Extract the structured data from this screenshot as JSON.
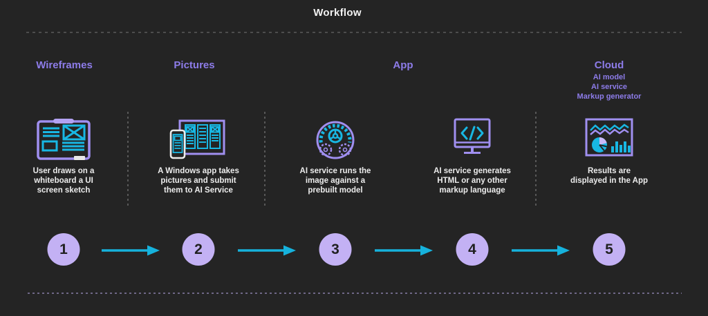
{
  "title": "Workflow",
  "colors": {
    "background": "#242424",
    "header_purple": "#8d7ce9",
    "icon_purple": "#a08ff0",
    "icon_cyan": "#18b7e3",
    "arrow_cyan": "#16b2dc",
    "circle_fill": "#c3b1f4",
    "caption_white": "#ececec"
  },
  "sections": [
    {
      "label": "Wireframes"
    },
    {
      "label": "Pictures"
    },
    {
      "label": "App"
    },
    {
      "label": "Cloud",
      "sublabels": [
        "AI model",
        "AI service",
        "Markup generator"
      ]
    }
  ],
  "steps": [
    {
      "number": "1",
      "icon": "wireframe-sketch-icon",
      "caption_lines": [
        "User draws on a",
        "whiteboard a UI",
        "screen sketch"
      ]
    },
    {
      "number": "2",
      "icon": "windows-app-pictures-icon",
      "caption_lines": [
        "A Windows app takes",
        "pictures and submit",
        "them to AI Service"
      ]
    },
    {
      "number": "3",
      "icon": "ai-model-gears-icon",
      "caption_lines": [
        "AI service runs the",
        "image against a",
        "prebuilt model"
      ]
    },
    {
      "number": "4",
      "icon": "code-monitor-icon",
      "caption_lines": [
        "AI service generates",
        "HTML or any other",
        "markup language"
      ]
    },
    {
      "number": "5",
      "icon": "results-dashboard-icon",
      "caption_lines": [
        "Results are",
        "displayed in the App"
      ]
    }
  ]
}
